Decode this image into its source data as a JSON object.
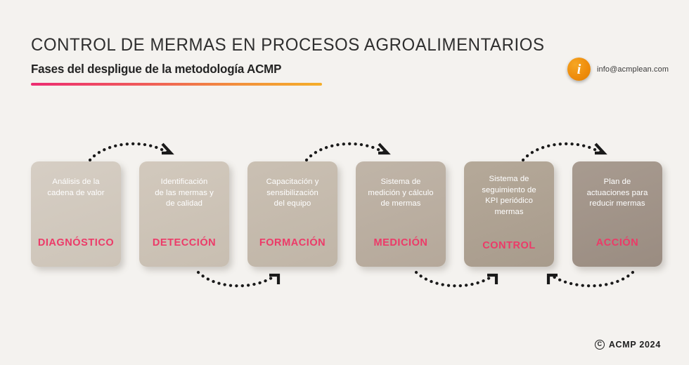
{
  "page": {
    "background_color": "#f4f2ef",
    "accent_color": "#ec3a68",
    "gradient_start": "#ec2c72",
    "gradient_end": "#f5ae29"
  },
  "header": {
    "title": "CONTROL DE MERMAS EN PROCESOS AGROALIMENTARIOS",
    "subtitle": "Fases del despligue de la metodología ACMP"
  },
  "contact": {
    "icon": "info-icon",
    "icon_glyph": "i",
    "email": "info@acmplean.com",
    "icon_color": "#ef8d0c"
  },
  "cards": [
    {
      "description": "Análisis de la\ncadena de valor",
      "phase": "DIAGNÓSTICO",
      "fill": "#d3cbc0",
      "lines": 2
    },
    {
      "description": "Identificación\nde las mermas y\nde calidad",
      "phase": "DETECCIÓN",
      "fill": "#cec5b9",
      "lines": 3
    },
    {
      "description": "Capacitación  y\nsensibilización\ndel equipo",
      "phase": "FORMACIÓN",
      "fill": "#c6bcaf",
      "lines": 3
    },
    {
      "description": "Sistema de\nmedición y cálculo\nde mermas",
      "phase": "MEDICIÓN",
      "fill": "#bcb1a3",
      "lines": 3
    },
    {
      "description": "Sistema de\nseguimiento de\nKPI periódico\nmermas",
      "phase": "CONTROL",
      "fill": "#b1a595",
      "lines": 4
    },
    {
      "description": "Plan de\nactuaciones para\nreducir mermas",
      "phase": "ACCIÓN",
      "fill": "#a2958a",
      "lines": 3
    }
  ],
  "arrows": {
    "top": [
      {
        "from": "card-1",
        "to": "card-2",
        "direction": "right"
      },
      {
        "from": "card-3",
        "to": "card-4",
        "direction": "right"
      },
      {
        "from": "card-5",
        "to": "card-6",
        "direction": "right"
      }
    ],
    "bottom": [
      {
        "from": "card-2",
        "to": "card-3",
        "direction": "right"
      },
      {
        "from": "card-4",
        "to": "card-5",
        "direction": "right"
      },
      {
        "from": "card-6",
        "to": "card-5",
        "direction": "left"
      }
    ]
  },
  "footer": {
    "copyright_symbol": "C",
    "copyright_text": "ACMP 2024"
  }
}
